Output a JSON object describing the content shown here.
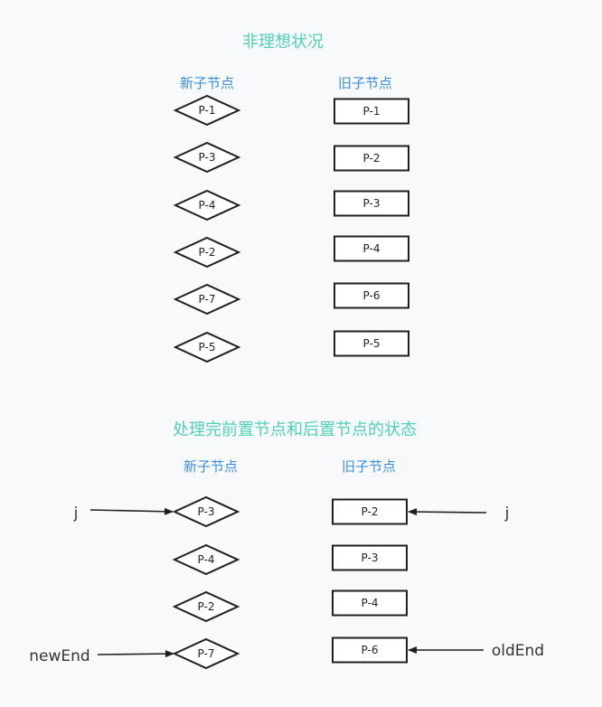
{
  "section1": {
    "title": "非理想状况",
    "new_header": "新子节点",
    "old_header": "旧子节点",
    "new_nodes": [
      "P-1",
      "P-3",
      "P-4",
      "P-2",
      "P-7",
      "P-5"
    ],
    "old_nodes": [
      "P-1",
      "P-2",
      "P-3",
      "P-4",
      "P-6",
      "P-5"
    ]
  },
  "section2": {
    "title": "处理完前置节点和后置节点的状态",
    "new_header": "新子节点",
    "old_header": "旧子节点",
    "new_nodes": [
      "P-3",
      "P-4",
      "P-2",
      "P-7"
    ],
    "old_nodes": [
      "P-2",
      "P-3",
      "P-4",
      "P-6"
    ],
    "pointers": {
      "new_j": "j",
      "old_j": "j",
      "new_end": "newEnd",
      "old_end": "oldEnd"
    }
  },
  "colors": {
    "title": "#4fd1b5",
    "header": "#3b8ede",
    "stroke": "#1f1f1f"
  }
}
